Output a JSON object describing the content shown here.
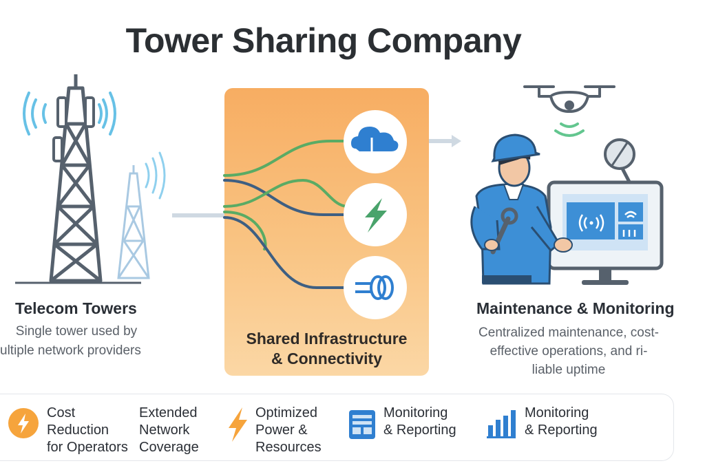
{
  "title": "Tower Sharing Company",
  "left": {
    "heading": "Telecom Towers",
    "description_line1": "Single tower used by",
    "description_line2": "ultiple network providers"
  },
  "center": {
    "label_line1": "Shared Infrastructure",
    "label_line2": "& Connectivity",
    "icons": [
      "cloud-icon",
      "lightning-icon",
      "cable-connector-icon"
    ]
  },
  "right": {
    "heading": "Maintenance & Monitoring",
    "description_line1": "Centralized maintenance, cost-",
    "description_line2": "effective operations, and ri-",
    "description_line3": "liable uptime"
  },
  "features": [
    {
      "label": "Cost\nReduction\nfor Operators",
      "icon": "lightning-coin-icon"
    },
    {
      "label": "Extended\nNetwork\nCoverage",
      "icon": ""
    },
    {
      "label": "Optimized\nPower &\nResources",
      "icon": "lightning-bolt-icon"
    },
    {
      "label": "Monitoring\n& Reporting",
      "icon": "dashboard-icon"
    },
    {
      "label": "Monitoring\n& Reporting",
      "icon": "bar-chart-icon"
    }
  ],
  "colors": {
    "accent_orange": "#f6a43c",
    "panel_orange": "#f9bd7a",
    "blue": "#3d8fd6",
    "steel": "#56616d",
    "green": "#63b36b"
  }
}
